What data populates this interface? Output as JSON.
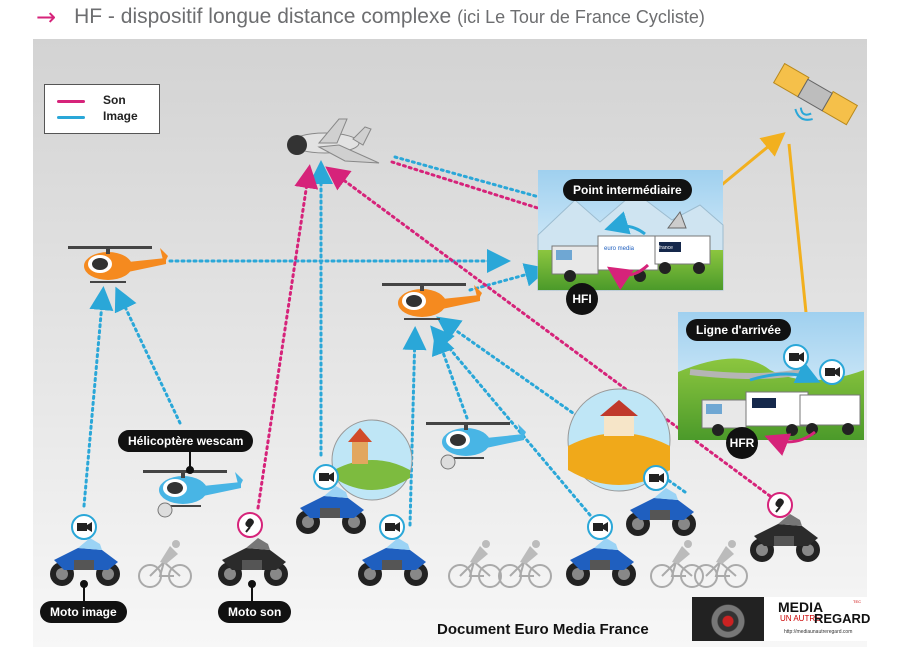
{
  "title": {
    "main": "HF - dispositif longue distance complexe",
    "sub": "(ici Le Tour de France Cycliste)"
  },
  "legend": [
    {
      "label": "Son",
      "color": "#d6237a"
    },
    {
      "label": "Image",
      "color": "#2aa7d8"
    }
  ],
  "labels": {
    "point_intermediaire": "Point intermédiaire",
    "ligne_arrivee": "Ligne d'arrivée",
    "helicoptere_wescam": "Hélicoptère wescam",
    "moto_image": "Moto image",
    "moto_son": "Moto son",
    "hfi": "HFI",
    "hfr": "HFR"
  },
  "truck_texts": {
    "euromedia": "euro media",
    "france": "france"
  },
  "credit": "Document Euro Media France",
  "logo": {
    "media": "MEDIA",
    "un_autre": "UN AUTRE",
    "regard": "REGARD",
    "url": "http://mediaunautreregard.com",
    "tag": "TEC"
  },
  "colors": {
    "son": "#d6237a",
    "image": "#2aa7d8",
    "satellite_link": "#f2b01e",
    "arrow": "#d6237a"
  }
}
